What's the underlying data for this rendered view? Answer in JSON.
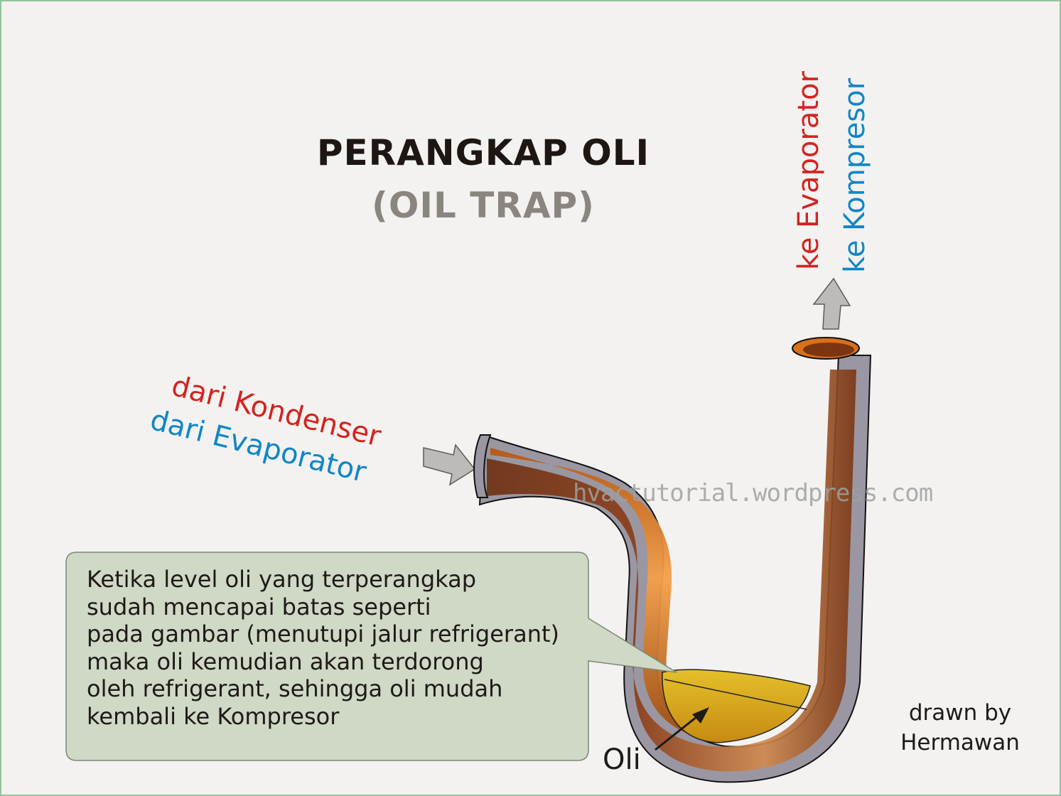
{
  "title": {
    "main": "PERANGKAP OLI",
    "sub": "(OIL TRAP)"
  },
  "inlet_labels": {
    "line1": "dari Kondenser",
    "line2": "dari Evaporator"
  },
  "outlet_labels": {
    "line1": "ke Evaporator",
    "line2": "ke Kompresor"
  },
  "watermark": "hvactutorial.wordpress.com",
  "callout": {
    "lines": [
      "Ketika level oli yang terperangkap",
      "sudah mencapai batas seperti",
      "pada gambar (menutupi jalur refrigerant)",
      "maka oli kemudian akan terdorong",
      "oleh refrigerant, sehingga oli mudah",
      "kembali ke Kompresor"
    ]
  },
  "oil_label": "Oli",
  "credit": {
    "line1": "drawn by",
    "line2": "Hermawan"
  },
  "colors": {
    "background": "#f3f2f0",
    "border": "#8fc49a",
    "red_text": "#d3231f",
    "blue_text": "#0f86c8",
    "copper": "#c8641a",
    "pipe_wall": "#9a97a3",
    "oil": "#d9a81c",
    "callout_fill": "#cfd9c6",
    "arrow_fill": "#bdbbb8"
  }
}
